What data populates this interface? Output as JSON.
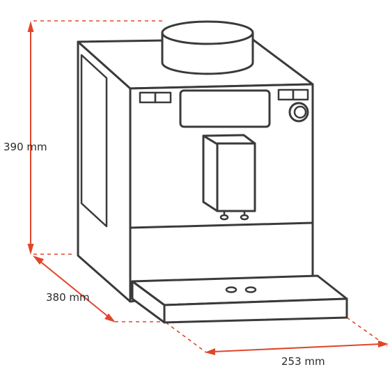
{
  "dimensions": {
    "height_label": "390 mm",
    "depth_label": "380 mm",
    "width_label": "253 mm"
  },
  "colors": {
    "dimension_line": "#e0462a",
    "outline": "#3a3a3a",
    "label_text": "#2a2a2a"
  }
}
